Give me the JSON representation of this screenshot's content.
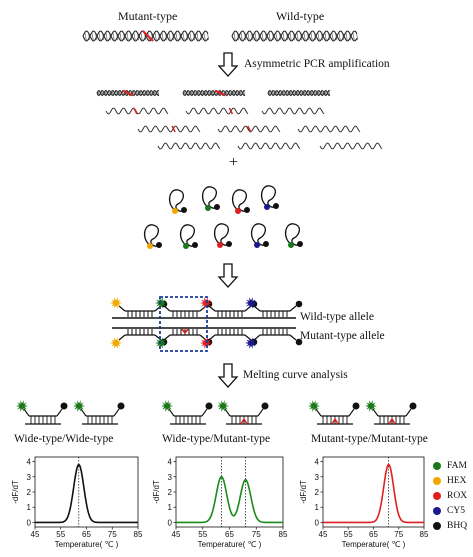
{
  "labels": {
    "mutant_type": "Mutant-type",
    "wild_type": "Wild-type",
    "step1": "Asymmetric PCR amplification",
    "plus": "+",
    "wild_allele": "Wild-type allele",
    "mutant_allele": "Mutant-type allele",
    "step2": "Melting curve analysis"
  },
  "genotypes": [
    "Wide-type/Wide-type",
    "Wide-type/Mutant-type",
    "Mutant-type/Mutant-type"
  ],
  "legend": [
    {
      "label": "FAM",
      "color": "#1a7a1a"
    },
    {
      "label": "HEX",
      "color": "#f0a800"
    },
    {
      "label": "ROX",
      "color": "#e02020"
    },
    {
      "label": "CY5",
      "color": "#1a1a8c"
    },
    {
      "label": "BHQ",
      "color": "#111111"
    }
  ],
  "chart_data": [
    {
      "type": "line",
      "ylabel": "-dF/dT",
      "xlabel": "Temperature(  ℃  )",
      "xticks": [
        45,
        55,
        65,
        75,
        85
      ],
      "yticks": [
        0,
        1,
        2,
        3,
        4
      ],
      "xlim": [
        45,
        85
      ],
      "ylim": [
        -0.3,
        4.3
      ],
      "reference_lines": [
        62
      ],
      "color": "#111111",
      "series": [
        {
          "peaks": [
            {
              "center": 62,
              "height": 3.8
            }
          ]
        }
      ]
    },
    {
      "type": "line",
      "ylabel": "-dF/dT",
      "xlabel": "Temperature(  ℃  )",
      "xticks": [
        45,
        55,
        65,
        75,
        85
      ],
      "yticks": [
        0,
        1,
        2,
        3,
        4
      ],
      "xlim": [
        45,
        85
      ],
      "ylim": [
        -0.3,
        4.3
      ],
      "reference_lines": [
        62,
        71
      ],
      "color": "#1a8a1a",
      "series": [
        {
          "peaks": [
            {
              "center": 62,
              "height": 3.0
            },
            {
              "center": 71,
              "height": 2.8
            }
          ]
        }
      ]
    },
    {
      "type": "line",
      "ylabel": "-dF/dT",
      "xlabel": "Temperature(  ℃  )",
      "xticks": [
        45,
        55,
        65,
        75,
        85
      ],
      "yticks": [
        0,
        1,
        2,
        3,
        4
      ],
      "xlim": [
        45,
        85
      ],
      "ylim": [
        -0.3,
        4.3
      ],
      "reference_lines": [
        71
      ],
      "color": "#e02020",
      "series": [
        {
          "peaks": [
            {
              "center": 71,
              "height": 3.8
            }
          ]
        }
      ]
    }
  ]
}
